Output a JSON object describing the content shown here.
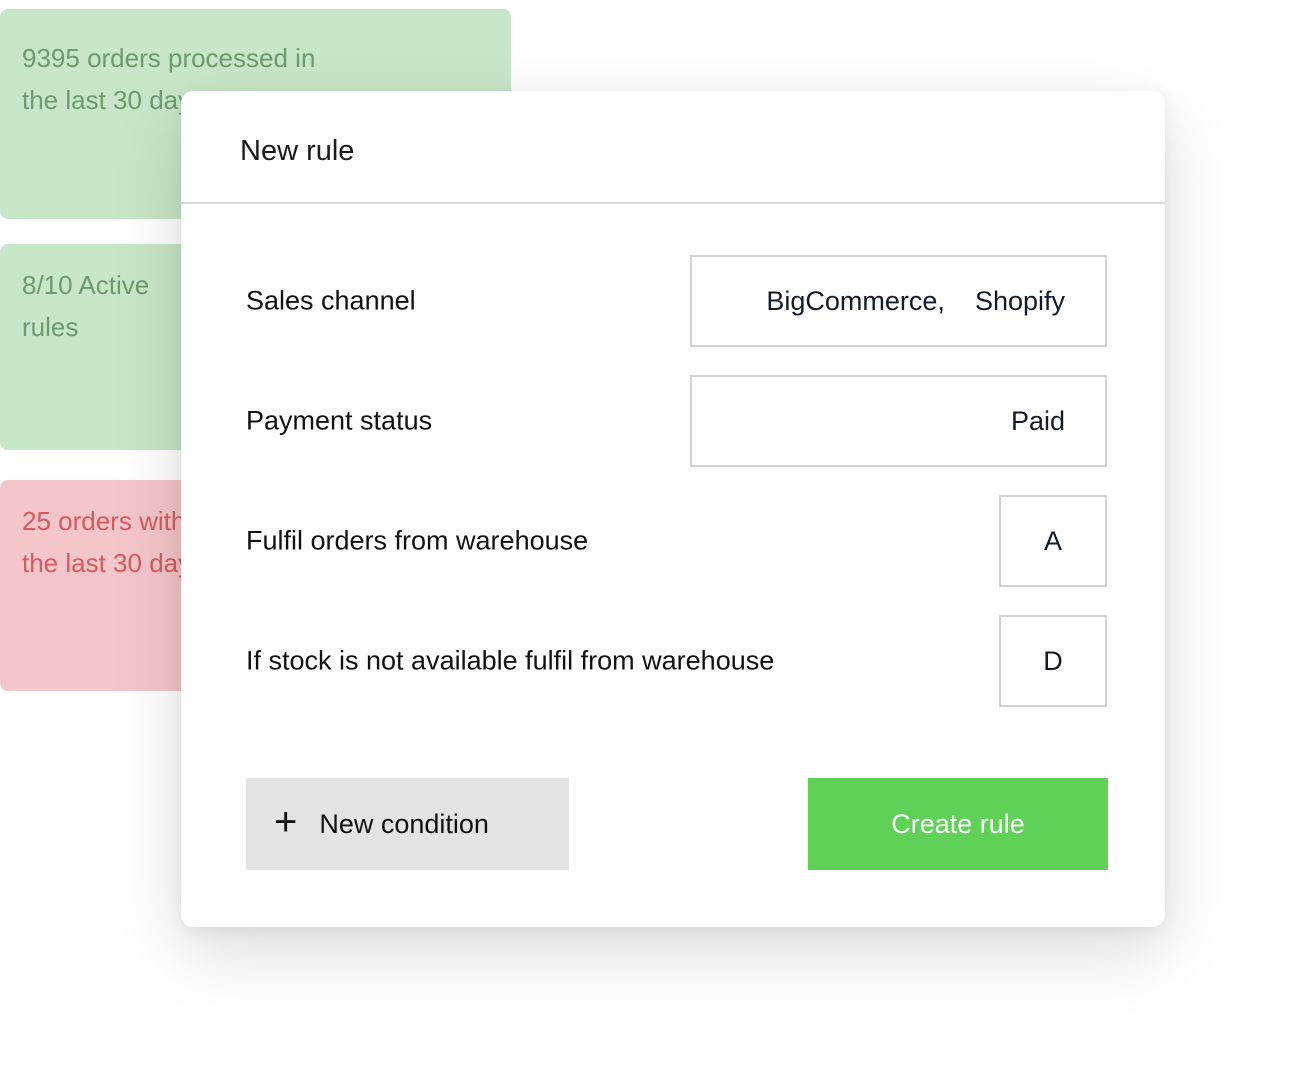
{
  "stats": {
    "orders_processed": "9395 orders processed in the last 30 days",
    "active_rules": "8/10 Active rules",
    "orders_errors": "25 orders with errors In the last 30 days"
  },
  "modal": {
    "title": "New rule",
    "rows": [
      {
        "label": "Sales channel",
        "values": [
          "BigCommerce,",
          "Shopify"
        ]
      },
      {
        "label": "Payment status",
        "values": [
          "Paid"
        ]
      },
      {
        "label": "Fulfil orders from warehouse",
        "values": [
          "A"
        ]
      },
      {
        "label": "If stock is not available fulfil from warehouse",
        "values": [
          "D"
        ]
      }
    ],
    "new_condition_label": "New condition",
    "create_rule_label": "Create rule"
  },
  "colors": {
    "success_bg": "#c8e6c9",
    "success_text": "#6e9a6f",
    "error_bg": "#f5c6c9",
    "error_text": "#d85a5f",
    "primary_button": "#5fd157",
    "secondary_button": "#e4e4e4"
  },
  "icons": {
    "new_condition": "plus-icon"
  }
}
